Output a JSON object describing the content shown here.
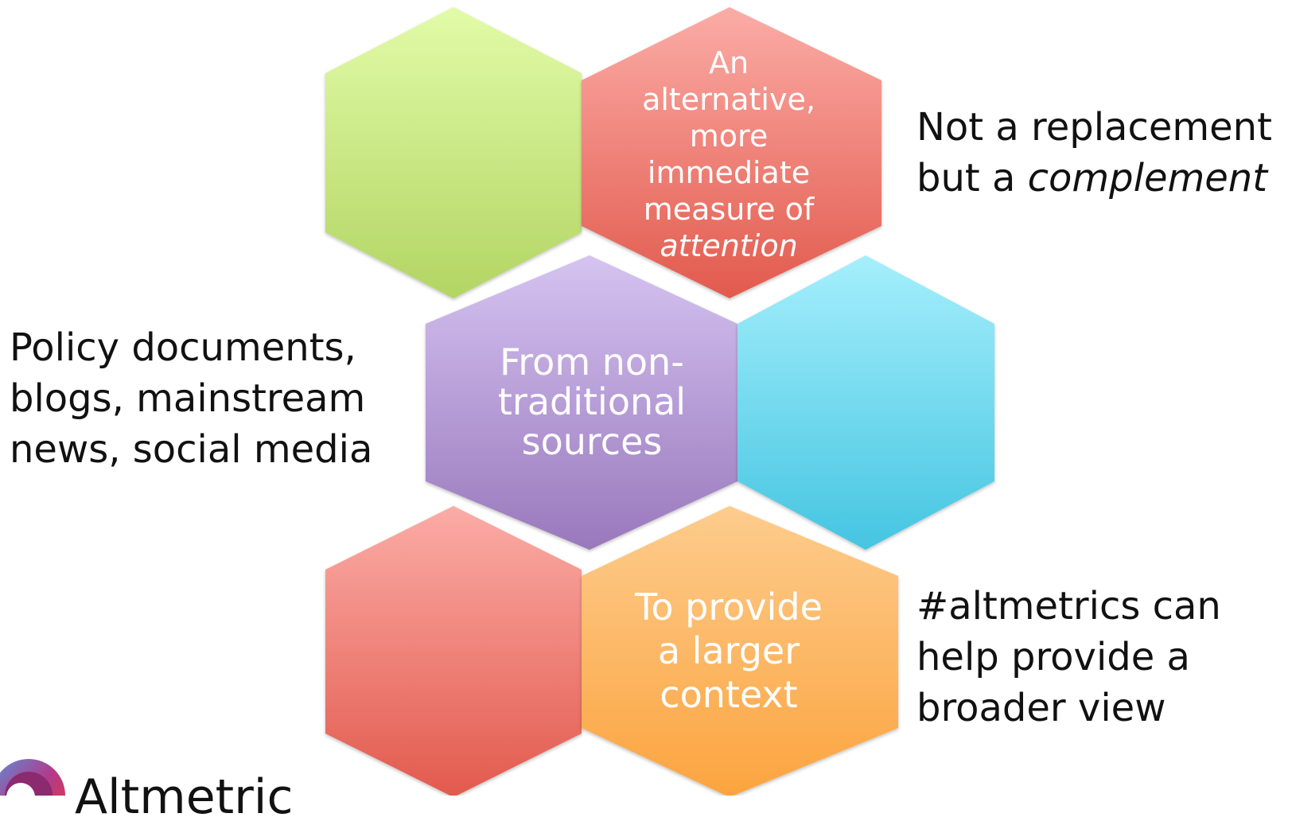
{
  "diagram": {
    "hexagons": [
      {
        "id": "top-left",
        "color_top": "#e2fba8",
        "color_bottom": "#b2d563",
        "text": ""
      },
      {
        "id": "top-right",
        "color_top": "#fbaca6",
        "color_bottom": "#e25a4d",
        "lines": [
          "An",
          "alternative,",
          "more",
          "immediate",
          "measure of"
        ],
        "italic_line": "attention"
      },
      {
        "id": "middle-left",
        "color_top": "#d5c3f1",
        "color_bottom": "#9978bc",
        "lines": [
          "From non-",
          "traditional",
          "sources"
        ]
      },
      {
        "id": "middle-right",
        "color_top": "#a5effc",
        "color_bottom": "#45c5e1",
        "text": ""
      },
      {
        "id": "bottom-left",
        "color_top": "#fbaca6",
        "color_bottom": "#e25a4d",
        "text": ""
      },
      {
        "id": "bottom-right",
        "color_top": "#fdcc8d",
        "color_bottom": "#fca43f",
        "lines": [
          "To provide",
          "a larger",
          "context"
        ]
      }
    ]
  },
  "callouts": {
    "top_right": {
      "line1": "Not a replacement",
      "line2_prefix": "but a ",
      "line2_italic": "complement"
    },
    "middle_left": {
      "lines": [
        "Policy documents,",
        "blogs, mainstream",
        "news, social media"
      ]
    },
    "bottom_right": {
      "lines": [
        "#altmetrics can",
        "help provide a",
        "broader view"
      ]
    }
  },
  "logo": {
    "text": "Altmetric"
  }
}
